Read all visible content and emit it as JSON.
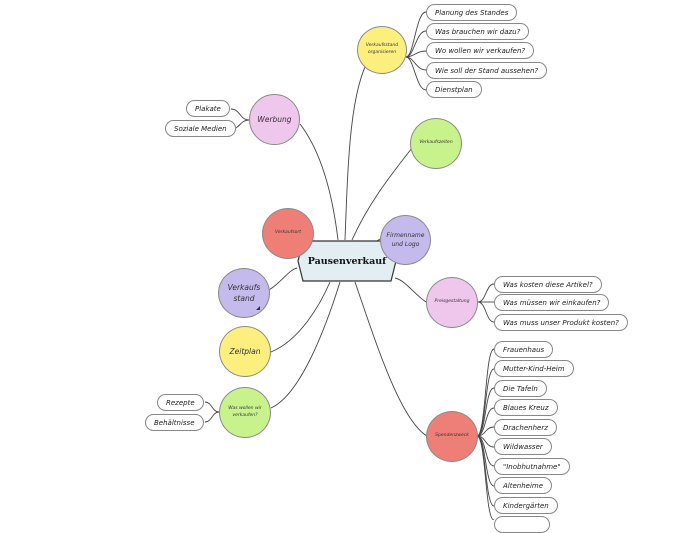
{
  "center": {
    "label": "Pausenverkauf"
  },
  "nodes": {
    "verkaufsstand_organisieren": "Verkaufsstand organisieren",
    "werbung": "Werbung",
    "verkaufszeiten": "Verkaufszeiten",
    "verkaufsort": "Verkaufsort",
    "firmenname_logo": "Firmenname und Logo",
    "verkaufsstand": "Verkaufs stand",
    "preisgestaltung": "Preisgestaltung",
    "zeitplan": "Zeitplan",
    "was_wollen_wir_verkaufen": "Was wollen wir verkaufen?",
    "spendenzweck": "Spendenzweck"
  },
  "organisieren_items": [
    "Planung des Standes",
    "Was brauchen wir dazu?",
    "Wo wollen wir verkaufen?",
    "Wie soll der Stand aussehen?",
    "Dienstplan"
  ],
  "werbung_items": [
    "Plakate",
    "Soziale Medien"
  ],
  "preis_items": [
    "Was kosten diese Artikel?",
    "Was müssen wir einkaufen?",
    "Was muss unser Produkt kosten?"
  ],
  "verkaufen_items": [
    "Rezepte",
    "Behältnisse"
  ],
  "spenden_items": [
    "Frauenhaus",
    "Mutter-Kind-Heim",
    "Die Tafeln",
    "Blaues Kreuz",
    "Drachenherz",
    "Wildwasser",
    "\"Inobhutnahme\"",
    "Altenheime",
    "Kindergärten"
  ],
  "colors": {
    "red": "#ee7f76",
    "yellow": "#fcef7e",
    "green": "#c8f28b",
    "lavender": "#c4baeb",
    "pink": "#efc6ec",
    "center_fill": "#e3eef3"
  }
}
